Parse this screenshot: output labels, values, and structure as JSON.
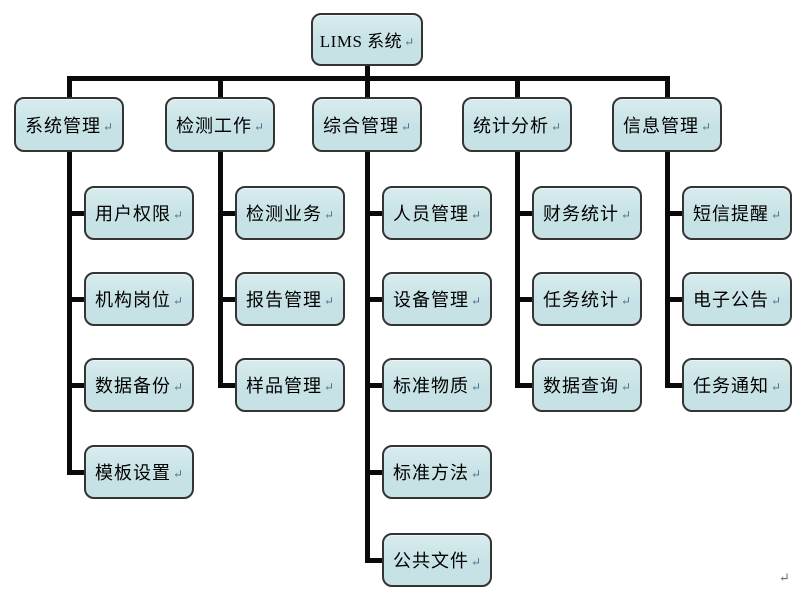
{
  "diagram": {
    "type": "org-tree",
    "return_mark": "↵",
    "root": {
      "label": "LIMS 系统"
    },
    "branches": [
      {
        "label": "系统管理",
        "children": [
          "用户权限",
          "机构岗位",
          "数据备份",
          "模板设置"
        ]
      },
      {
        "label": "检测工作",
        "children": [
          "检测业务",
          "报告管理",
          "样品管理"
        ]
      },
      {
        "label": "综合管理",
        "children": [
          "人员管理",
          "设备管理",
          "标准物质",
          "标准方法",
          "公共文件"
        ]
      },
      {
        "label": "统计分析",
        "children": [
          "财务统计",
          "任务统计",
          "数据查询"
        ]
      },
      {
        "label": "信息管理",
        "children": [
          "短信提醒",
          "电子公告",
          "任务通知"
        ]
      }
    ],
    "colors": {
      "node_fill": "#c7e2e5",
      "node_fill_light": "#d8ecee",
      "node_border": "#343434",
      "connector": "#0a0a0a",
      "background": "#ffffff",
      "return_mark_color": "#51708f"
    }
  }
}
